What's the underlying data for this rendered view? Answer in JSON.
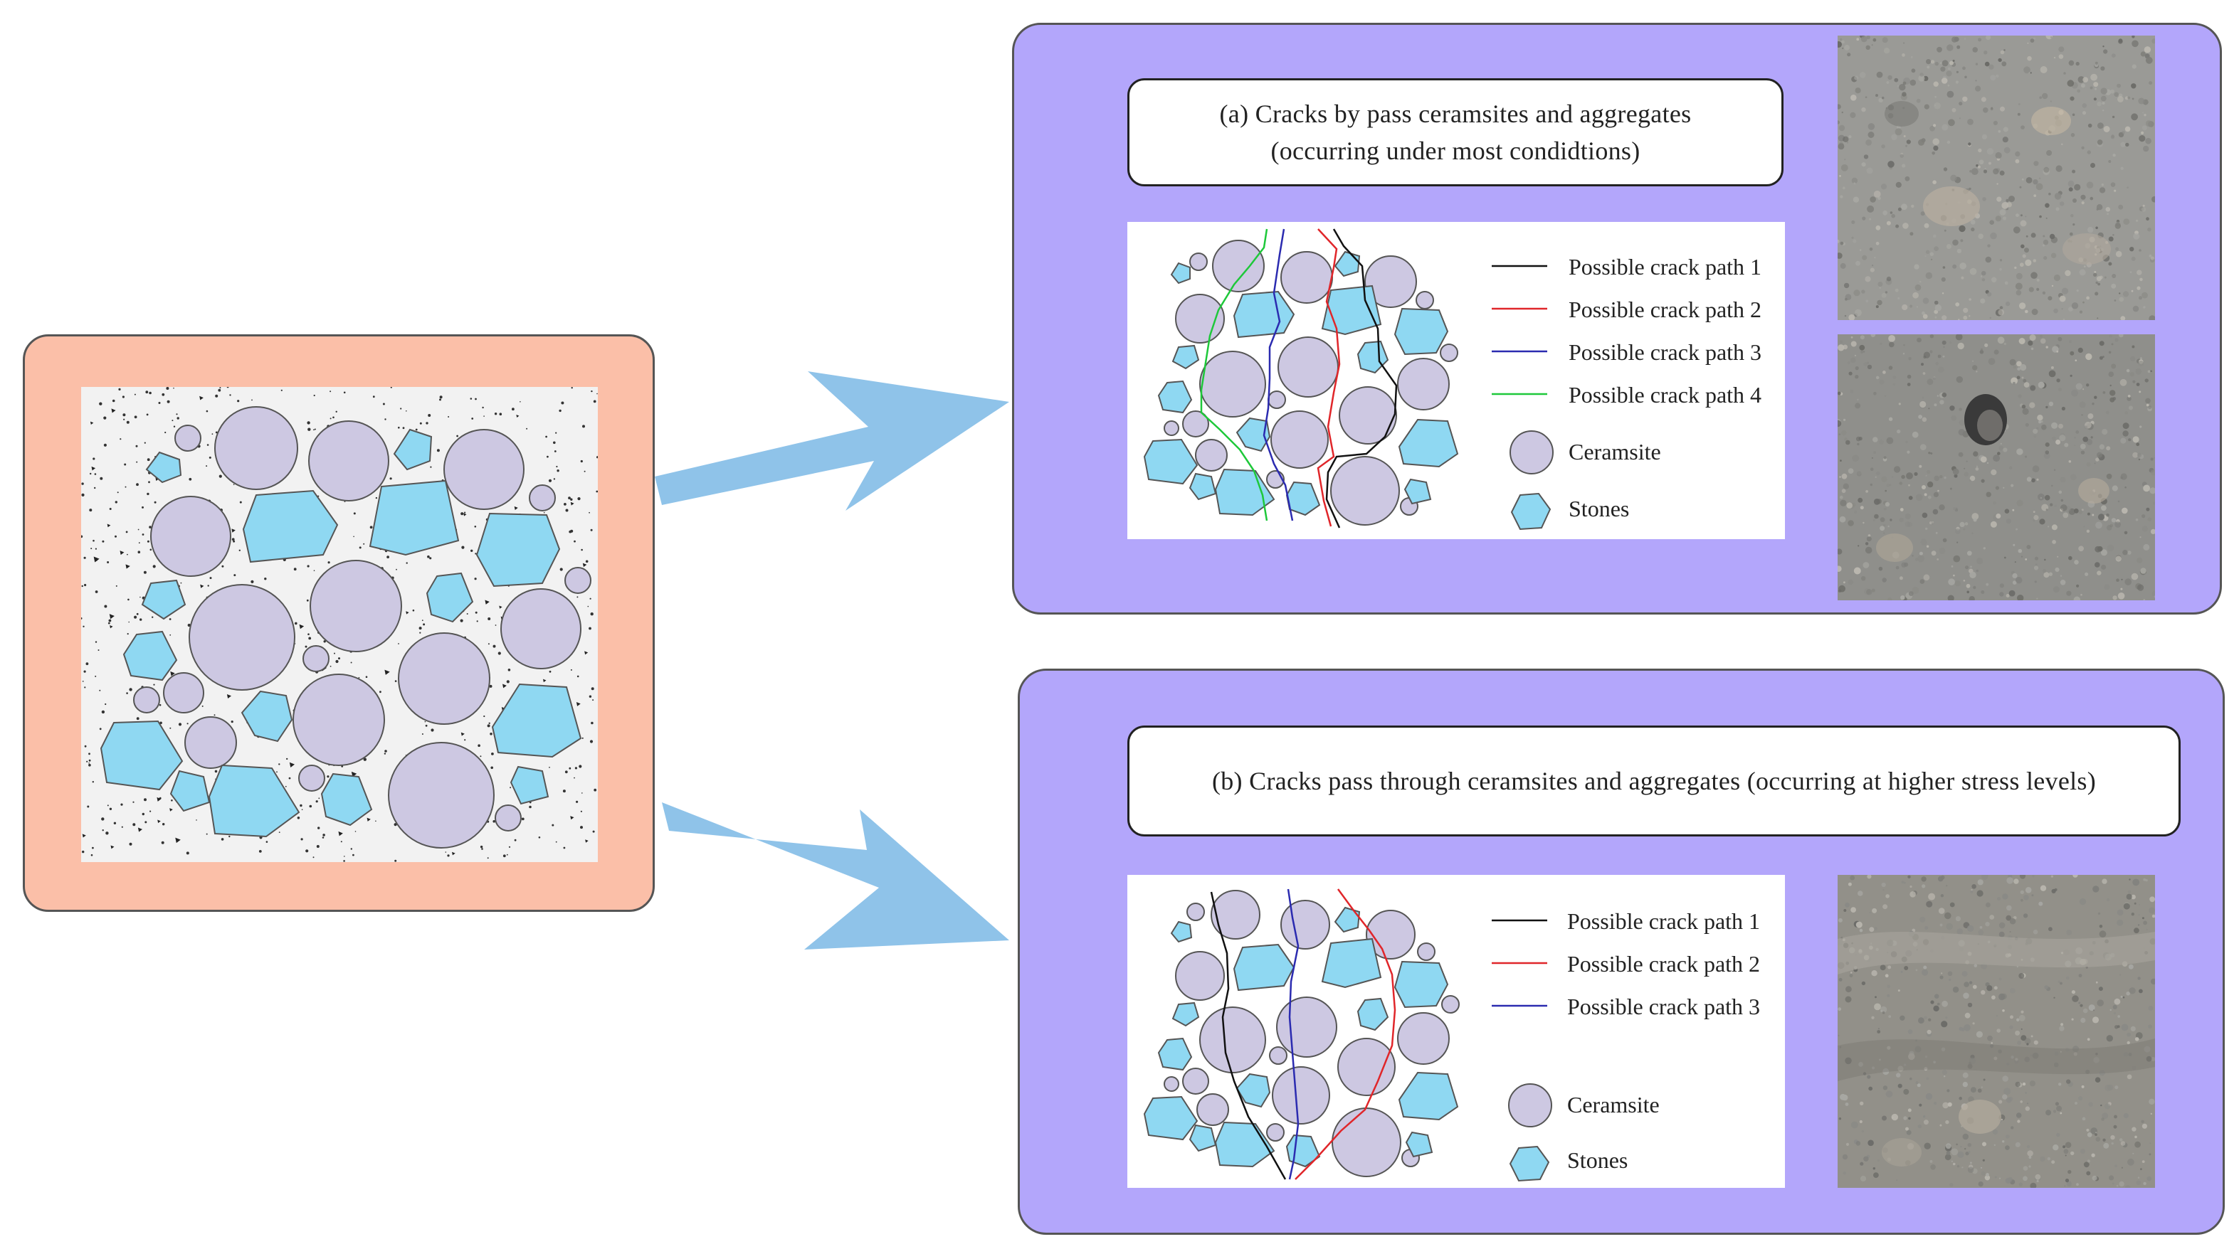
{
  "panel_a": {
    "title_line1": "(a) Cracks by pass ceramsites and aggregates",
    "title_line2": "(occurring under most condidtions)",
    "legend": [
      {
        "label": "Possible crack path 1",
        "color": "#111111"
      },
      {
        "label": "Possible crack path 2",
        "color": "#e0262a"
      },
      {
        "label": "Possible crack path 3",
        "color": "#2b2bb0"
      },
      {
        "label": "Possible crack path 4",
        "color": "#1ec83a"
      }
    ],
    "ceramsite_label": "Ceramsite",
    "stones_label": "Stones"
  },
  "panel_b": {
    "title": "(b) Cracks pass through ceramsites and aggregates (occurring at higher stress levels)",
    "legend": [
      {
        "label": "Possible crack path 1",
        "color": "#111111"
      },
      {
        "label": "Possible crack path 2",
        "color": "#e0262a"
      },
      {
        "label": "Possible crack path 3",
        "color": "#2b2bb0"
      }
    ],
    "ceramsite_label": "Ceramsite",
    "stones_label": "Stones"
  },
  "colors": {
    "left_frame": "#fbbfa8",
    "panel_bg": "#b3a6fb",
    "arrow": "#8fc3e9",
    "ceramsite_fill": "#cdc8e2",
    "stone_fill": "#8fd8f2",
    "mortar_bg": "#f2f2f2"
  }
}
